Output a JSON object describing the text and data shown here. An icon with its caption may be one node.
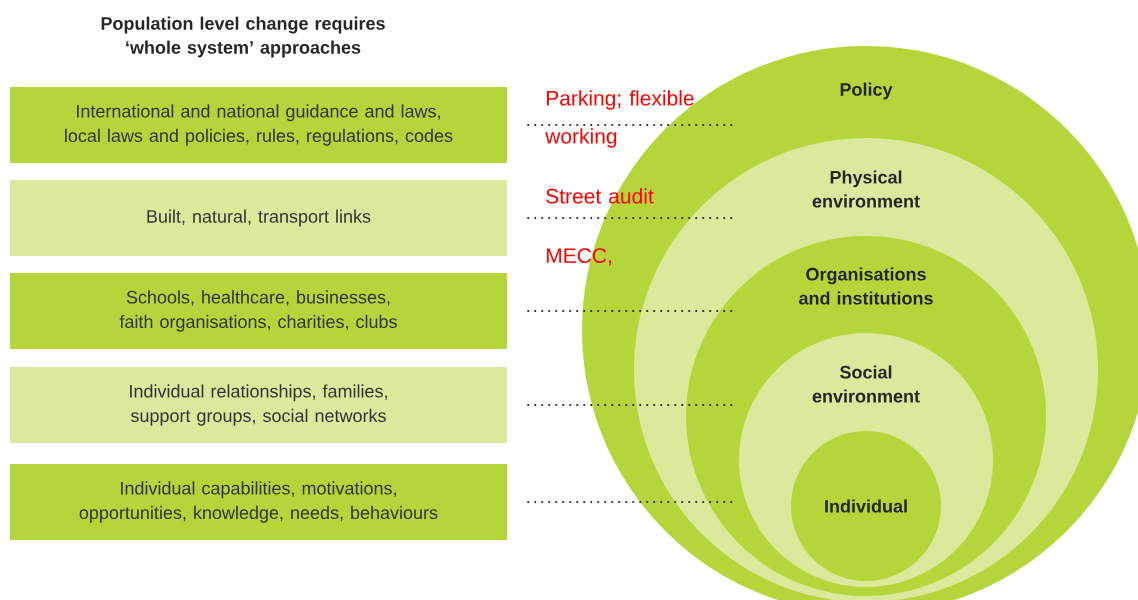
{
  "diagram": {
    "title": "Population level change requires ‘whole system’ approaches",
    "nodes": [
      {
        "text": [
          "International and national guidance and laws, local laws and policies, rules, regulations, codes"
        ]
      },
      {
        "text": [
          "Built, natural, transport links"
        ]
      },
      {
        "text": [
          "Schools, healthcare, businesses, faith organisations, charities, clubs"
        ]
      },
      {
        "text": [
          "Individual relationships, families, support groups, social networks"
        ]
      },
      {
        "text": [
          "Individual capabilities, motivations, opportunities, knowledge, needs, behaviours"
        ]
      },
      {
        "text": [
          "Policy"
        ]
      },
      {
        "text": [
          "Physical environment"
        ],
        "in": 5
      },
      {
        "text": [
          "Organisations and institutions"
        ],
        "in": 6
      },
      {
        "text": [
          "Social environment"
        ],
        "in": 7
      },
      {
        "text": [
          "Individual"
        ],
        "in": 8
      }
    ],
    "edges": [
      {
        "from": 0,
        "to": 5,
        "arrow": "none",
        "style": "dashed"
      },
      {
        "from": 1,
        "to": 6,
        "arrow": "none",
        "style": "dashed"
      },
      {
        "from": 2,
        "to": 7,
        "arrow": "none",
        "style": "dashed"
      },
      {
        "from": 3,
        "to": 8,
        "arrow": "none",
        "style": "dashed"
      },
      {
        "from": 4,
        "to": 9,
        "arrow": "none",
        "style": "dashed"
      }
    ],
    "labels": [
      "Parking; flexible working",
      "Street audit",
      "MECC,"
    ]
  }
}
